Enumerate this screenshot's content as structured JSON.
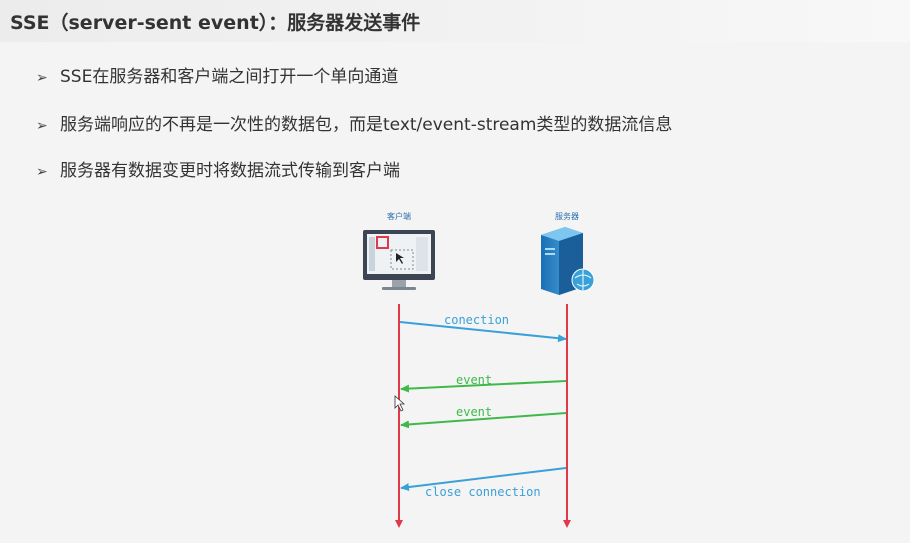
{
  "title": "SSE（server-sent event）：服务器发送事件",
  "bullets": [
    {
      "marker": "➢",
      "text": "SSE在服务器和客户端之间打开一个单向通道"
    },
    {
      "marker": "➢",
      "text": "服务端响应的不再是一次性的数据包，而是text/event-stream类型的数据流信息"
    },
    {
      "marker": "➢",
      "text": "服务器有数据变更时将数据流式传输到客户端"
    }
  ],
  "diagram": {
    "client_label": "客户端",
    "server_label": "服务器",
    "messages": [
      {
        "label": "conection",
        "color": "#3aa0d8"
      },
      {
        "label": "event",
        "color": "#3fb94a"
      },
      {
        "label": "event",
        "color": "#3fb94a"
      },
      {
        "label": "close connection",
        "color": "#3aa0d8"
      }
    ],
    "lifeline_color": "#e03a4a",
    "icons": [
      "monitor-icon",
      "server-icon",
      "mouse-cursor-icon"
    ]
  }
}
